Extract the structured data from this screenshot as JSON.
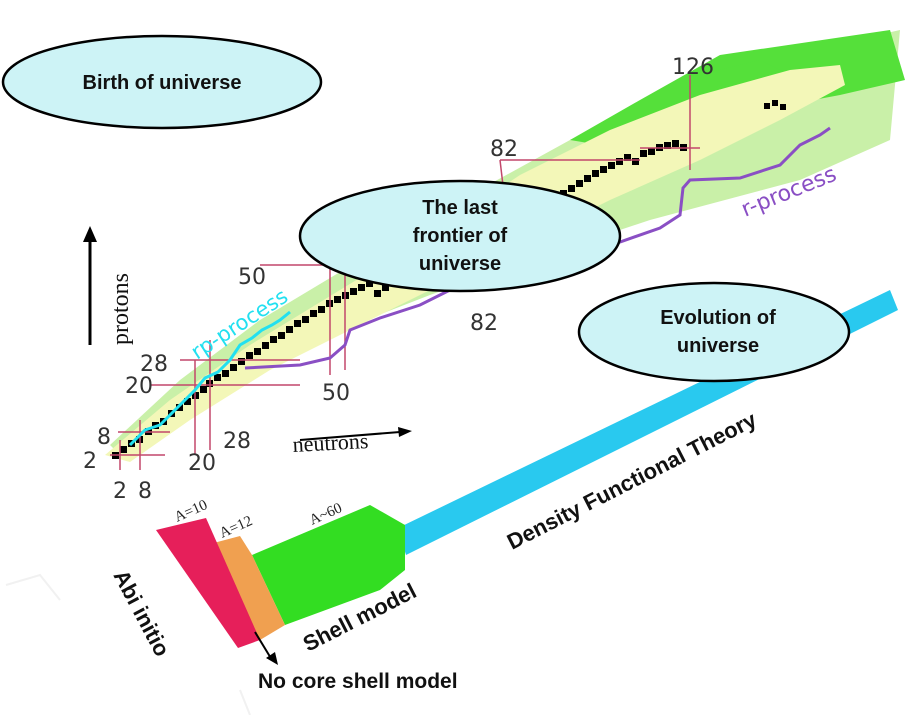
{
  "bubbles": {
    "birth": "Birth of universe",
    "frontier": [
      "The last",
      "frontier of",
      "universe"
    ],
    "evolution": [
      "Evolution of",
      "universe"
    ]
  },
  "axes": {
    "protons": "protons",
    "neutrons": "neutrons"
  },
  "processes": {
    "rp": "rp-process",
    "r": "r-process"
  },
  "magic_numbers": {
    "n126": "126",
    "z82": "82",
    "n82": "82",
    "z50": "50",
    "n50": "50",
    "z28": "28",
    "z20": "20",
    "n28": "28",
    "n20": "20",
    "z8": "8",
    "z2": "2",
    "n2": "2",
    "n8": "8"
  },
  "regions": {
    "a10": "A=10",
    "a12": "A=12",
    "a60": "A~60",
    "abi": "Abi initio",
    "shell": "Shell model",
    "dft": "Density Functional Theory",
    "nocore": "No core shell model"
  },
  "colors": {
    "bubble_fill": "#cdf3f6",
    "stable": "#000000",
    "known": "#f3f7b8",
    "predicted": "#c9f0a8",
    "neutron_drip": "#55e03a",
    "rp_line": "#22e0f0",
    "r_line": "#8a4fc4",
    "magic_line": "#c2476b",
    "abi_fill": "#e61f5a",
    "nocore_fill": "#f0a050",
    "shell_fill": "#33dd22",
    "dft_fill": "#29c9ef"
  }
}
